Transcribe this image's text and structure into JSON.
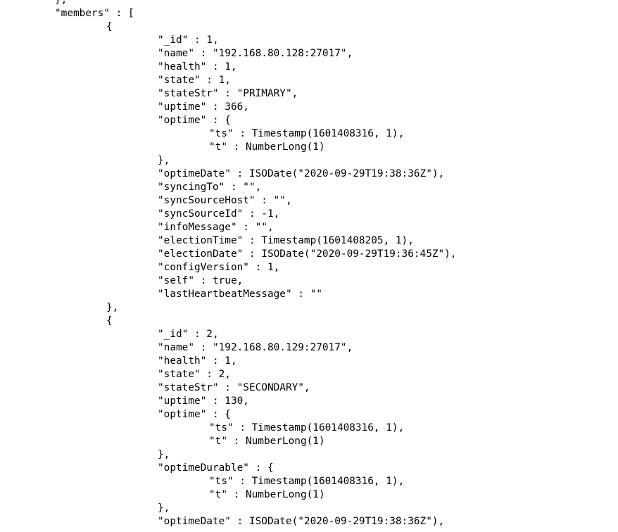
{
  "terminal": {
    "lines": [
      "\t},",
      "\t\"members\" : [",
      "\t\t{",
      "\t\t\t\"_id\" : 1,",
      "\t\t\t\"name\" : \"192.168.80.128:27017\",",
      "\t\t\t\"health\" : 1,",
      "\t\t\t\"state\" : 1,",
      "\t\t\t\"stateStr\" : \"PRIMARY\",",
      "\t\t\t\"uptime\" : 366,",
      "\t\t\t\"optime\" : {",
      "\t\t\t\t\"ts\" : Timestamp(1601408316, 1),",
      "\t\t\t\t\"t\" : NumberLong(1)",
      "\t\t\t},",
      "\t\t\t\"optimeDate\" : ISODate(\"2020-09-29T19:38:36Z\"),",
      "\t\t\t\"syncingTo\" : \"\",",
      "\t\t\t\"syncSourceHost\" : \"\",",
      "\t\t\t\"syncSourceId\" : -1,",
      "\t\t\t\"infoMessage\" : \"\",",
      "\t\t\t\"electionTime\" : Timestamp(1601408205, 1),",
      "\t\t\t\"electionDate\" : ISODate(\"2020-09-29T19:36:45Z\"),",
      "\t\t\t\"configVersion\" : 1,",
      "\t\t\t\"self\" : true,",
      "\t\t\t\"lastHeartbeatMessage\" : \"\"",
      "\t\t},",
      "\t\t{",
      "\t\t\t\"_id\" : 2,",
      "\t\t\t\"name\" : \"192.168.80.129:27017\",",
      "\t\t\t\"health\" : 1,",
      "\t\t\t\"state\" : 2,",
      "\t\t\t\"stateStr\" : \"SECONDARY\",",
      "\t\t\t\"uptime\" : 130,",
      "\t\t\t\"optime\" : {",
      "\t\t\t\t\"ts\" : Timestamp(1601408316, 1),",
      "\t\t\t\t\"t\" : NumberLong(1)",
      "\t\t\t},",
      "\t\t\t\"optimeDurable\" : {",
      "\t\t\t\t\"ts\" : Timestamp(1601408316, 1),",
      "\t\t\t\t\"t\" : NumberLong(1)",
      "\t\t\t},",
      "\t\t\t\"optimeDate\" : ISODate(\"2020-09-29T19:38:36Z\"),"
    ]
  }
}
